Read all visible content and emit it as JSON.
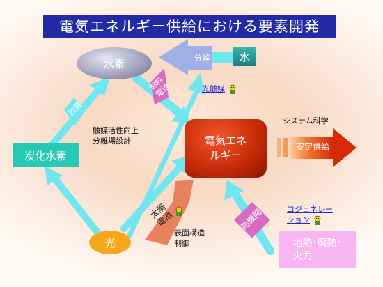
{
  "title": "電気エネルギー供給における要素開発",
  "nodes": {
    "hydrogen": "水素",
    "water": "水",
    "hydrocarbon": "炭化水素",
    "electric": [
      "電気エネ",
      "ルギー"
    ],
    "light": "光",
    "geothermal": [
      "地熱･廃熱･",
      "火力"
    ]
  },
  "arrows": {
    "reforming": "改質",
    "electrolysis": "分解",
    "fuel_cell": [
      "燃料",
      "電池"
    ],
    "solar_cell": [
      "太陽",
      "電池"
    ],
    "heat_engine": "熱機関",
    "stable_supply": "安定供給"
  },
  "labels": {
    "photocatalyst": "光触媒",
    "catalyst_design": [
      "触媒活性向上",
      "分離場設計"
    ],
    "system_science": "システム科学",
    "surface_control": [
      "表面構造",
      "制御"
    ],
    "cogeneration": [
      "コジェネレー",
      "ション"
    ]
  },
  "colors": {
    "title_bg": "#232aa6",
    "arrow": "#6fe6f0",
    "arrow_purple": "#d76bc4",
    "red_arrow": "#e23b10"
  }
}
